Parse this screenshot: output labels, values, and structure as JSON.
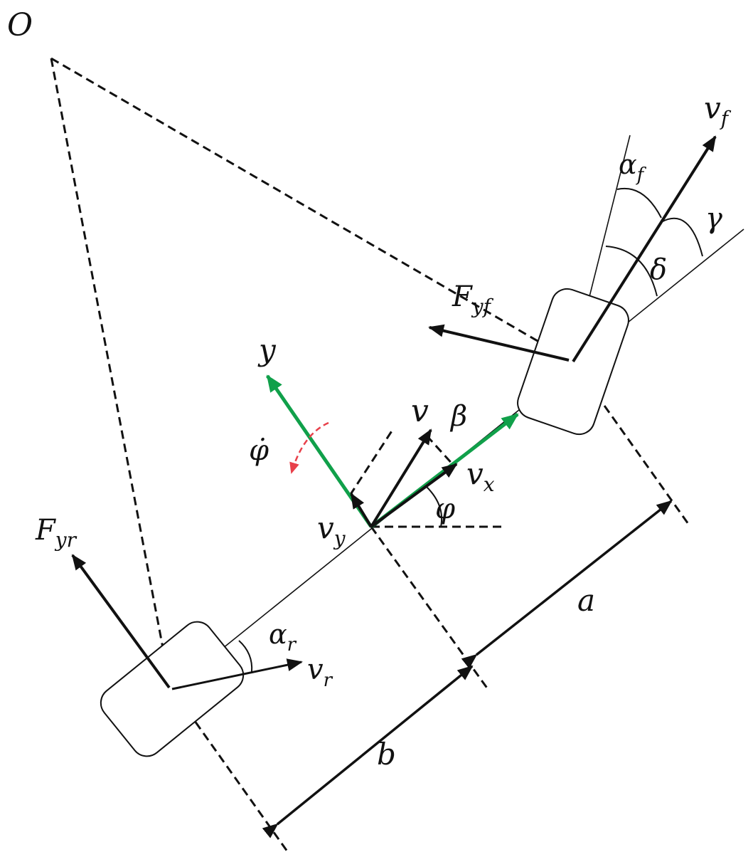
{
  "diagram": {
    "labels": {
      "origin": "O",
      "front_velocity": "v",
      "front_velocity_sub": "f",
      "front_slip_angle": "α",
      "front_slip_angle_sub": "f",
      "gamma": "γ",
      "delta": "δ",
      "front_force": "F",
      "front_force_sub": "yf",
      "body_y": "y",
      "velocity": "v",
      "beta": "β",
      "vx": "v",
      "vx_sub": "x",
      "yaw_rate": "φ̇",
      "yaw": "φ",
      "vy": "v",
      "vy_sub": "y",
      "rear_force": "F",
      "rear_force_sub": "yr",
      "dist_a": "a",
      "rear_slip_angle": "α",
      "rear_slip_angle_sub": "r",
      "rear_velocity": "v",
      "rear_velocity_sub": "r",
      "dist_b": "b"
    },
    "colors": {
      "line": "#111111",
      "axis_green": "#10a04a",
      "yaw_red": "#e8404a"
    }
  }
}
